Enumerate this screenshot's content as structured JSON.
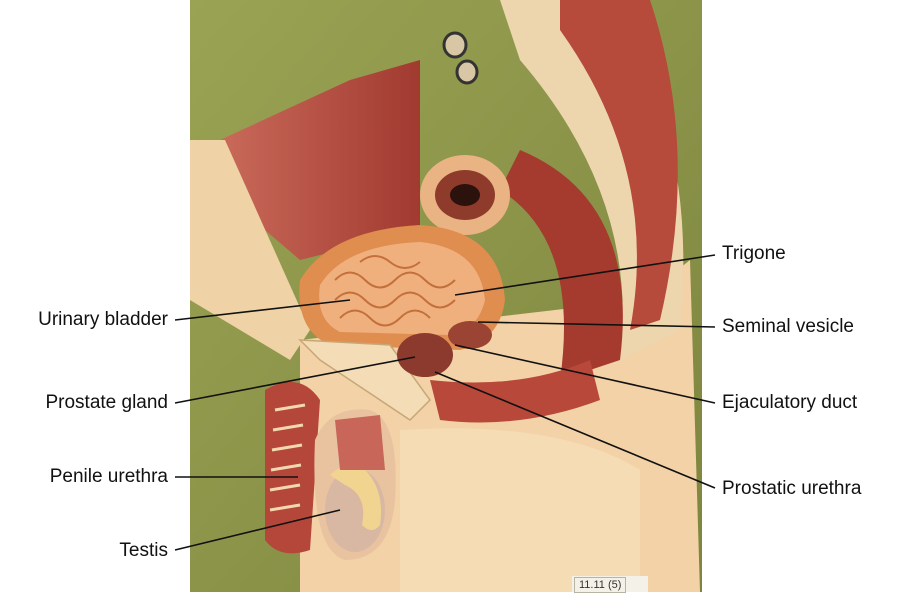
{
  "labels": {
    "trigone": "Trigone",
    "urinary_bladder": "Urinary bladder",
    "seminal_vesicle": "Seminal vesicle",
    "prostate_gland": "Prostate gland",
    "ejaculatory_duct": "Ejaculatory duct",
    "penile_urethra": "Penile urethra",
    "prostatic_urethra": "Prostatic urethra",
    "testis": "Testis"
  },
  "model_tag": "11.11 (5)",
  "colors": {
    "board": "#8a9249",
    "skin": "#f0cfa4",
    "muscle": "#b5453a",
    "bladder": "#d98a4f",
    "bone": "#efd9b4"
  }
}
